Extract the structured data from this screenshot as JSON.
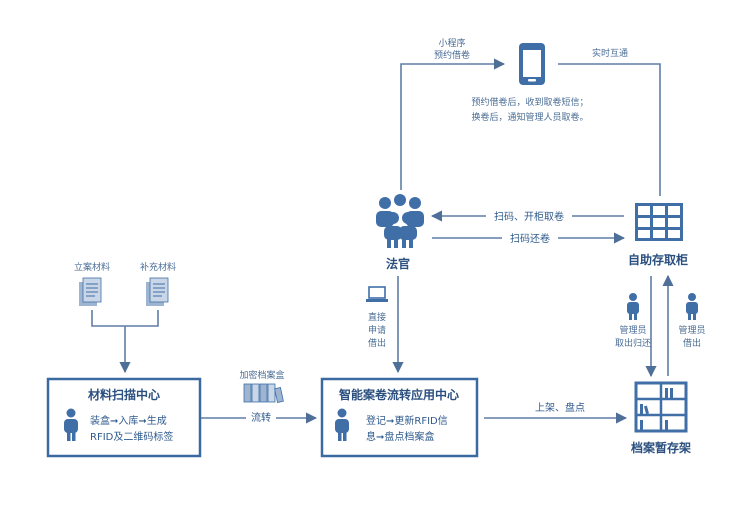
{
  "nodes": {
    "material_scan": {
      "title": "材料扫描中心",
      "line1": "装盒➞入库➞生成",
      "line2": "RFID及二维码标签"
    },
    "app_center": {
      "title": "智能案卷流转应用中心",
      "line1": "登记➞更新RFID信",
      "line2": "息➞盘点档案盒"
    },
    "judge": {
      "title": "法官"
    },
    "locker": {
      "title": "自助存取柜"
    },
    "shelf": {
      "title": "档案暂存架"
    }
  },
  "docs": {
    "case_material": "立案材料",
    "supplement_material": "补充材料"
  },
  "labels": {
    "encrypted_box": "加密档案盒",
    "circulate": "流转",
    "mini_program_1": "小程序",
    "mini_program_2": "预约借卷",
    "realtime": "实时互通",
    "phone_note_1": "预约借卷后，收到取卷短信；",
    "phone_note_2": "换卷后，通知管理人员取卷。",
    "scan_open": "扫码、开柜取卷",
    "scan_return": "扫码还卷",
    "direct_1": "直接",
    "direct_2": "申请",
    "direct_3": "借出",
    "shelve": "上架、盘点",
    "admin_return_1": "管理员",
    "admin_return_2": "取出归还",
    "admin_out_1": "管理员",
    "admin_out_2": "借出"
  },
  "colors": {
    "line": "#5f7fa6",
    "box_border": "#3a6aa0",
    "icon": "#3f6fa6",
    "text": "#2f5a8c"
  }
}
